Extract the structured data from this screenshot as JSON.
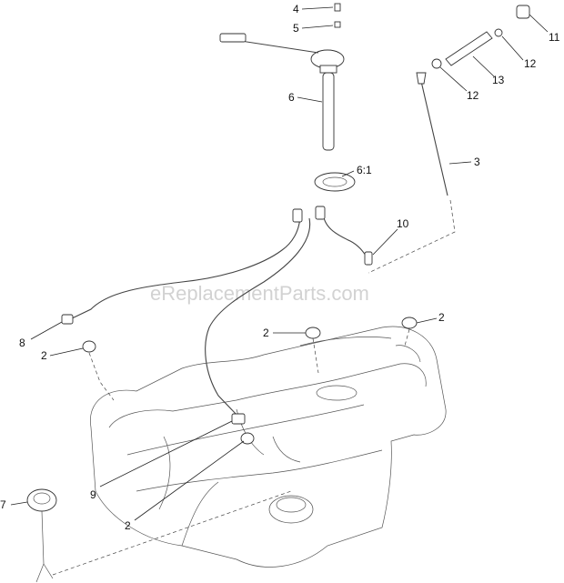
{
  "watermark": "eReplacementParts.com",
  "callouts": {
    "c4": "4",
    "c5": "5",
    "c6": "6",
    "c6_1": "6:1",
    "c3": "3",
    "c10": "10",
    "c11": "11",
    "c12a": "12",
    "c12b": "12",
    "c13": "13",
    "c8": "8",
    "c2_left": "2",
    "c2_mid": "2",
    "c2_right": "2",
    "c2_bottom": "2",
    "c9": "9",
    "c7": "7"
  }
}
